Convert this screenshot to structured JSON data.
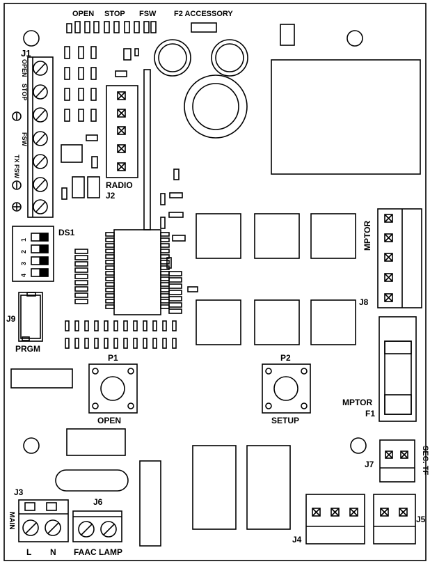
{
  "labels": {
    "top_open": "OPEN",
    "top_stop": "STOP",
    "top_fsw": "FSW",
    "f2_accessory": "F2 ACCESSORY",
    "j1": "J1",
    "j1_open": "OPEN",
    "j1_stop": "STOP",
    "j1_fsw": "FSW",
    "j1_txfsw": "TX FSW",
    "radio": "RADIO",
    "j2": "J2",
    "ds1": "DS1",
    "ds1_switches": [
      "1",
      "2",
      "3",
      "4"
    ],
    "j9": "J9",
    "prgm": "PRGM",
    "p1": "P1",
    "open_button": "OPEN",
    "p2": "P2",
    "setup_button": "SETUP",
    "mptor_top": "MPTOR",
    "j8": "J8",
    "mptor_fuse": "MPTOR",
    "f1": "F1",
    "j7": "J7",
    "sec_tf": "SEC. TF",
    "j3": "J3",
    "main": "MAIN",
    "l": "L",
    "n": "N",
    "j6": "J6",
    "faac_lamp": "FAAC LAMP",
    "j4": "J4",
    "j5": "J5"
  }
}
